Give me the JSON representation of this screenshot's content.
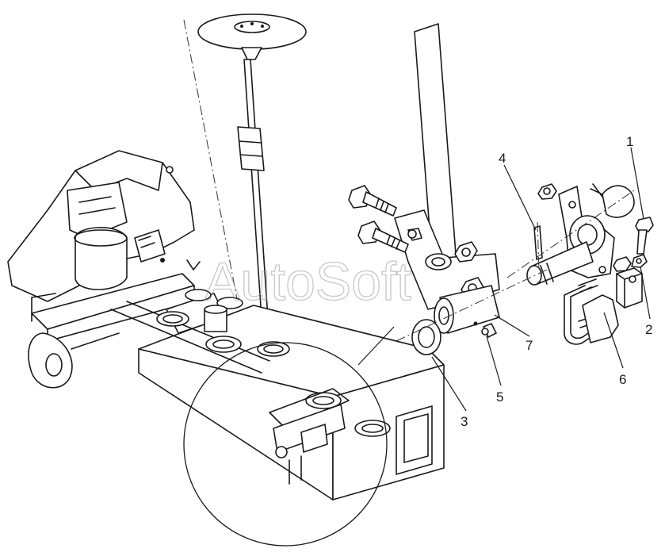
{
  "watermark": "AutoSoft",
  "callouts": [
    {
      "id": "1",
      "label": "1"
    },
    {
      "id": "2",
      "label": "2"
    },
    {
      "id": "3",
      "label": "3"
    },
    {
      "id": "4",
      "label": "4"
    },
    {
      "id": "5",
      "label": "5"
    },
    {
      "id": "6",
      "label": "6"
    },
    {
      "id": "7",
      "label": "7"
    }
  ],
  "colors": {
    "ink": "#1a1a1a",
    "paper": "#ffffff",
    "watermark": "#9a9a9a"
  }
}
